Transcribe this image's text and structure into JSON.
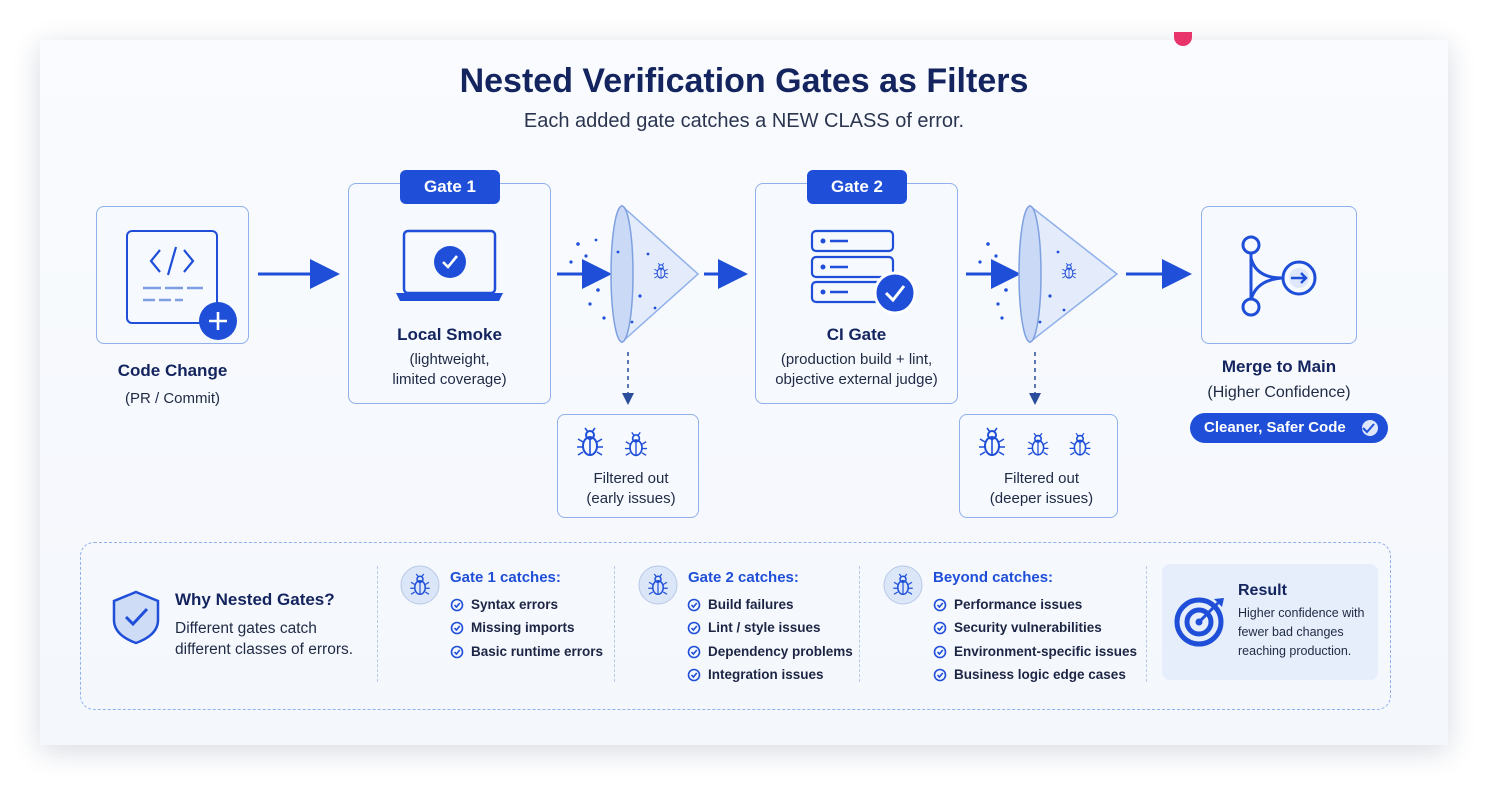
{
  "title": "Nested Verification Gates as Filters",
  "subtitle": "Each added gate catches a NEW CLASS of error.",
  "code_change": {
    "title": "Code Change",
    "subtitle": "(PR / Commit)"
  },
  "gate1": {
    "tag": "Gate 1",
    "title": "Local Smoke",
    "line1": "(lightweight,",
    "line2": "limited coverage)"
  },
  "filter1": {
    "line1": "Filtered out",
    "line2": "(early issues)"
  },
  "gate2": {
    "tag": "Gate 2",
    "title": "CI Gate",
    "line1": "(production build + lint,",
    "line2": "objective external judge)"
  },
  "filter2": {
    "line1": "Filtered out",
    "line2": "(deeper issues)"
  },
  "merge": {
    "title": "Merge to Main",
    "subtitle": "(Higher Confidence)",
    "badge": "Cleaner, Safer Code"
  },
  "why": {
    "title": "Why Nested Gates?",
    "line1": "Different gates catch",
    "line2": "different classes of errors."
  },
  "columns": [
    {
      "title": "Gate 1 catches:",
      "items": [
        "Syntax errors",
        "Missing imports",
        "Basic runtime errors"
      ]
    },
    {
      "title": "Gate 2 catches:",
      "items": [
        "Build failures",
        "Lint / style issues",
        "Dependency problems",
        "Integration issues"
      ]
    },
    {
      "title": "Beyond catches:",
      "items": [
        "Performance issues",
        "Security vulnerabilities",
        "Environment-specific issues",
        "Business logic edge cases"
      ]
    }
  ],
  "result": {
    "title": "Result",
    "line1": "Higher confidence with",
    "line2": "fewer bad changes",
    "line3": "reaching production."
  },
  "colors": {
    "accent": "#1f4fd8",
    "navy": "#13245e",
    "border": "#8fb0ea"
  },
  "icons": [
    "code-file-icon",
    "plus-icon",
    "laptop-check-icon",
    "funnel-icon",
    "bug-icon",
    "server-check-icon",
    "merge-branch-icon",
    "check-circle-icon",
    "shield-check-icon",
    "target-icon"
  ]
}
